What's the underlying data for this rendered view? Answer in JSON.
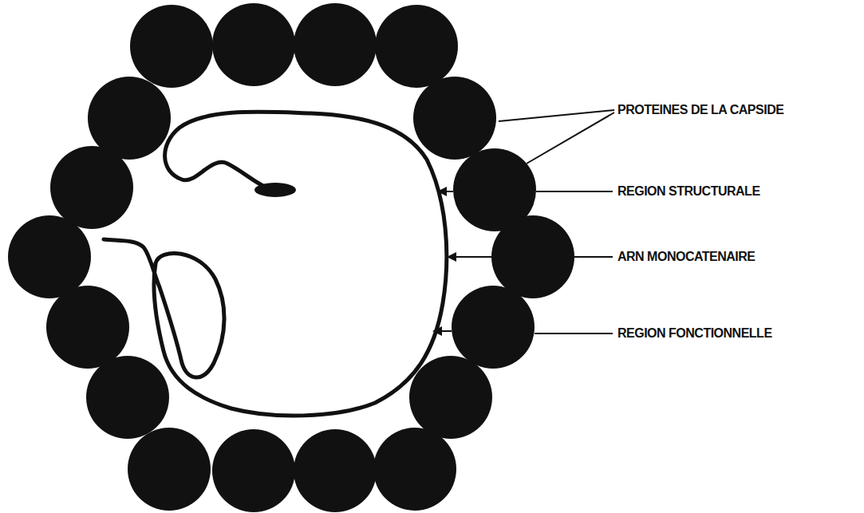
{
  "diagram": {
    "labels": [
      "PROTEINES DE LA CAPSIDE",
      "REGION STRUCTURALE",
      "ARN MONOCATENAIRE",
      "REGION FONCTIONNELLE"
    ]
  }
}
